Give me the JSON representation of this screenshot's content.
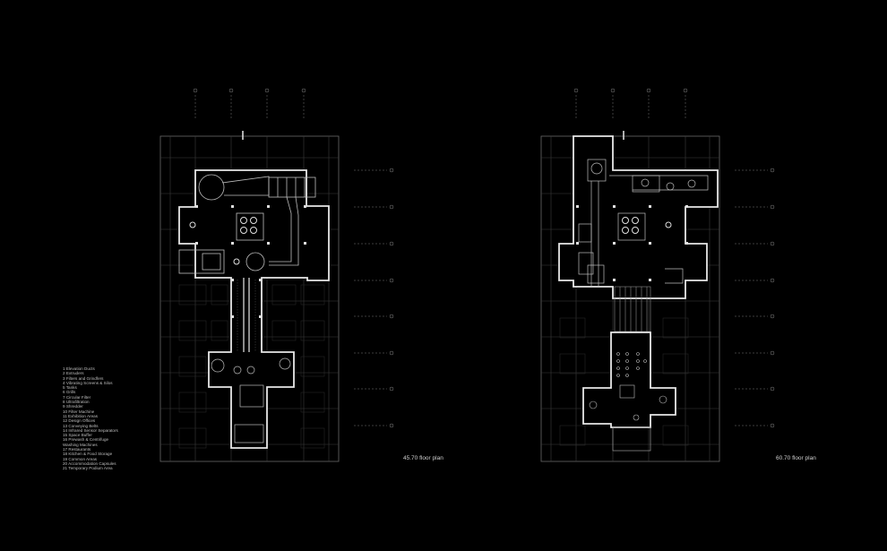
{
  "legend": {
    "items": [
      "1 Elevation Ducts",
      "2 Extruders",
      "3 Filters and Grindfers",
      "4 Vibrating Screens & Silos",
      "5 Tanks",
      "6 Grills",
      "7 Circular Filter",
      "8 Ultrafiltration",
      "9 Shredder",
      "10 Filter Machine",
      "11 Exhibition Areas",
      "12 Design Offices",
      "13 Conveying Belts",
      "14 Infrared Sensor Separators",
      "15 Space Buffer",
      "16 Prewash & Centrifuge",
      "Washing Machines",
      "17 Restaurants",
      "18 Kitchen & Food Storage",
      "19 Common Areas",
      "20 Accommodation Capsules",
      "21 Temporary Podium Area"
    ]
  },
  "plans": [
    {
      "label": "45.70 floor plan"
    },
    {
      "label": "60.70 floor plan"
    }
  ]
}
